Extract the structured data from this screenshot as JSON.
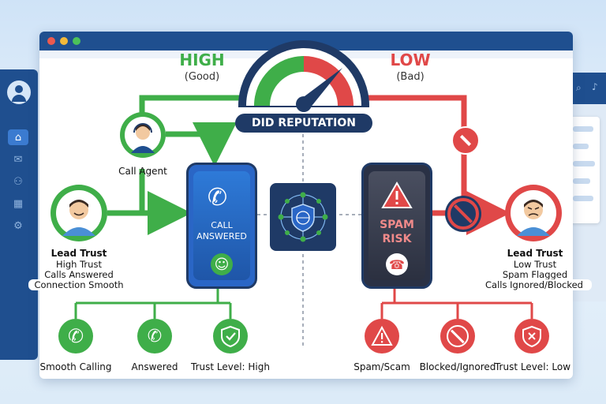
{
  "gauge": {
    "title": "DID REPUTATION"
  },
  "high": {
    "label": "HIGH",
    "sub": "(Good)"
  },
  "low": {
    "label": "LOW",
    "sub": "(Bad)"
  },
  "agent": {
    "label": "Call Agent"
  },
  "lead_good": {
    "title": "Lead Trust",
    "lines": [
      "High Trust",
      "Calls Answered",
      "Connection Smooth"
    ]
  },
  "lead_bad": {
    "title": "Lead Trust",
    "lines": [
      "Low Trust",
      "Spam Flagged",
      "Calls Ignored/Blocked"
    ]
  },
  "phone_good": {
    "line1": "CALL",
    "line2": "ANSWERED"
  },
  "phone_bad": {
    "line1": "SPAM",
    "line2": "RISK"
  },
  "good_outcomes": [
    "Smooth Calling",
    "Answered",
    "Trust Level: High"
  ],
  "bad_outcomes": [
    "Spam/Scam",
    "Blocked/Ignored",
    "Trust Level: Low"
  ],
  "colors": {
    "green": "#3fae49",
    "red": "#e04848",
    "navy": "#1f3a66",
    "blue": "#1f4f8f"
  },
  "icons": {
    "good_outcomes": [
      "phone-icon",
      "chat-phone-icon",
      "shield-check-icon"
    ],
    "bad_outcomes": [
      "warning-icon",
      "blocked-icon",
      "shield-x-icon"
    ]
  }
}
